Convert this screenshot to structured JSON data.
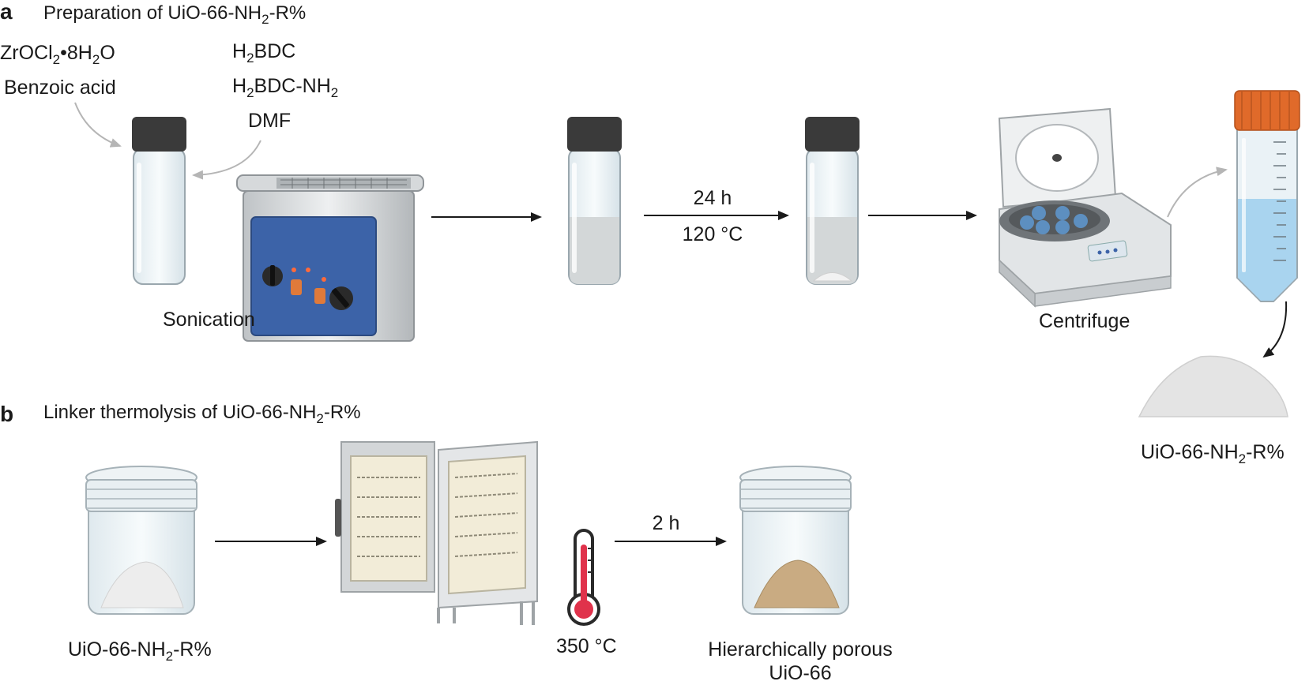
{
  "panel_a": {
    "letter": "a",
    "title": {
      "pre": "Preparation of UiO-66-NH",
      "sub": "2",
      "post": "-R%"
    },
    "reagents_left": [
      {
        "pre": "ZrOCl",
        "sub": "2",
        "mid": "•8H",
        "sub2": "2",
        "post": "O"
      },
      {
        "pre": "Benzoic acid"
      }
    ],
    "reagents_right": [
      {
        "pre": "H",
        "sub": "2",
        "post": "BDC"
      },
      {
        "pre": "H",
        "sub": "2",
        "post": "BDC-NH",
        "sub2": "2"
      },
      {
        "pre": "DMF"
      }
    ],
    "sonication_label": "Sonication",
    "heat_time": "24 h",
    "heat_temp": "120 °C",
    "centrifuge_label": "Centrifuge",
    "product_label": {
      "pre": "UiO-66-NH",
      "sub": "2",
      "post": "-R%"
    }
  },
  "panel_b": {
    "letter": "b",
    "title": {
      "pre": "Linker thermolysis of UiO-66-NH",
      "sub": "2",
      "post": "-R%"
    },
    "start_label": {
      "pre": "UiO-66-NH",
      "sub": "2",
      "post": "-R%"
    },
    "oven_temp": "350 °C",
    "time": "2 h",
    "final_label_line1": "Hierarchically porous",
    "final_label_line2": "UiO-66"
  },
  "colors": {
    "arrow": "#1a1a1a",
    "curved_arrow_gray": "#b5b5b5",
    "vial_cap": "#3a3a3a",
    "sonicator_panel": "#3c63a8",
    "tube_cap": "#e06a2a",
    "tube_liquid": "#a9d4ef",
    "thermometer_red": "#e0324b",
    "brown_powder": "#c9ab82"
  }
}
